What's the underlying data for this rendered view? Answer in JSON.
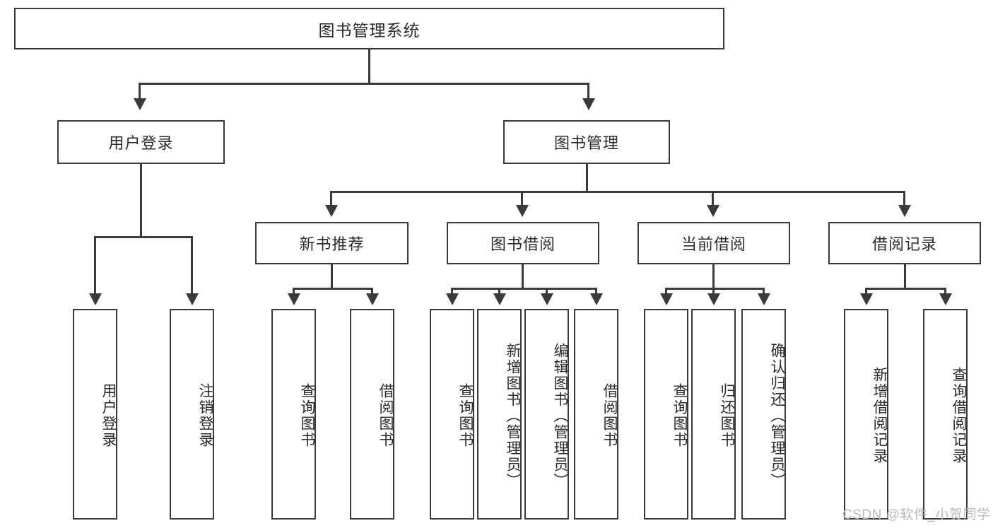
{
  "diagram": {
    "title": "图书管理系统",
    "type": "hierarchy-tree",
    "root": {
      "label": "图书管理系统"
    },
    "level2": [
      {
        "label": "用户登录"
      },
      {
        "label": "图书管理"
      }
    ],
    "level3": [
      {
        "label": "新书推荐"
      },
      {
        "label": "图书借阅"
      },
      {
        "label": "当前借阅"
      },
      {
        "label": "借阅记录"
      }
    ],
    "leaves_user_login": [
      {
        "label": "用户登录"
      },
      {
        "label": "注销登录"
      }
    ],
    "leaves_new_book": [
      {
        "label": "查询图书"
      },
      {
        "label": "借阅图书"
      }
    ],
    "leaves_borrow": [
      {
        "label": "查询图书"
      },
      {
        "label": "新增图书（管理员）"
      },
      {
        "label": "编辑图书（管理员）"
      },
      {
        "label": "借阅图书"
      }
    ],
    "leaves_current": [
      {
        "label": "查询图书"
      },
      {
        "label": "归还图书"
      },
      {
        "label": "确认归还（管理员）"
      }
    ],
    "leaves_record": [
      {
        "label": "新增借阅记录"
      },
      {
        "label": "查询借阅记录"
      }
    ]
  },
  "watermark": {
    "text": "CSDN @软件_小贺同学"
  },
  "colors": {
    "stroke": "#3a3a3a",
    "fill": "#ffffff",
    "text": "#2b2b2b",
    "watermark": "#b9b9b9"
  }
}
